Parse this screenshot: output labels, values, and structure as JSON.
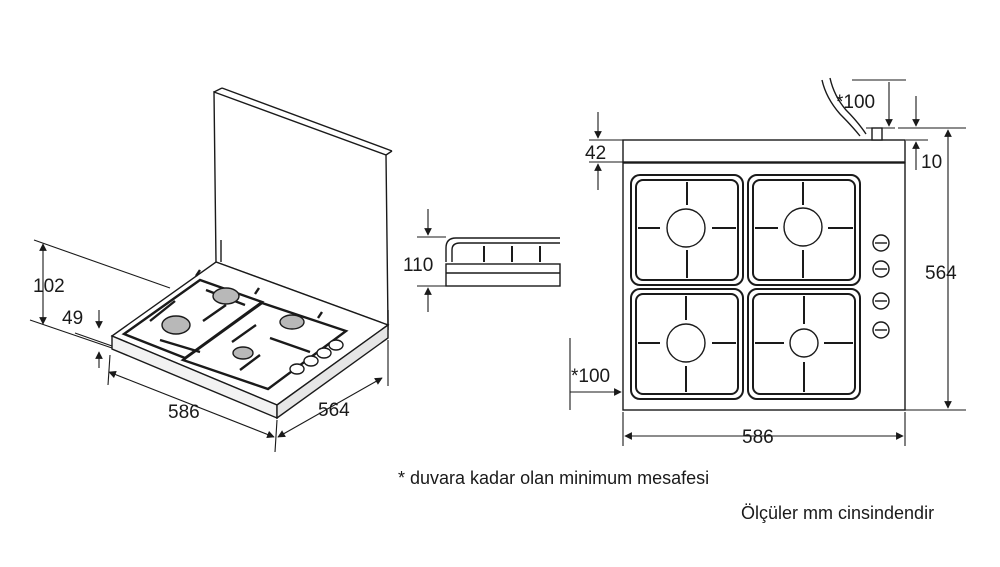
{
  "dimensions": {
    "iso_height_total": "102",
    "iso_height_top": "49",
    "iso_width": "586",
    "iso_depth": "564",
    "profile_height": "110",
    "top_lid_depth": "42",
    "top_wall_clearance": "*100",
    "top_back_offset": "10",
    "top_depth": "564",
    "top_side_clearance": "*100",
    "top_width": "586"
  },
  "notes": {
    "min_distance": "* duvara kadar olan minimum mesafesi",
    "units": "Ölçüler mm cinsindendir"
  },
  "colors": {
    "line": "#1a1a1a",
    "grey": "#b8b8b8",
    "light": "#e6e6e6"
  }
}
